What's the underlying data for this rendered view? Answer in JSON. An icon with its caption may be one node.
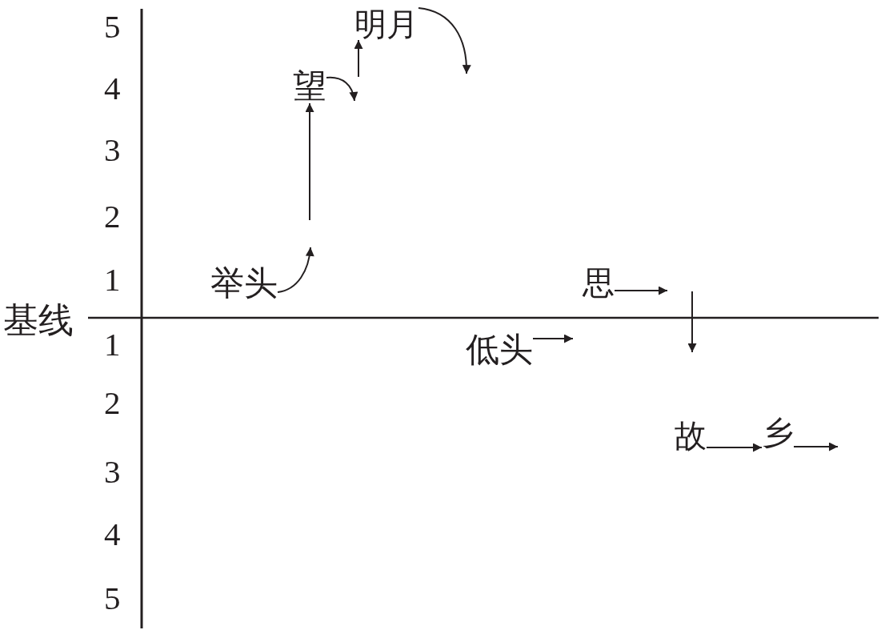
{
  "diagram": {
    "nodes": [
      {
        "text": [
          "举头"
        ]
      },
      {
        "text": [
          "望"
        ]
      },
      {
        "text": [
          "明月"
        ]
      },
      {
        "text": [
          "低头"
        ]
      },
      {
        "text": [
          "思"
        ]
      },
      {
        "text": [
          "故"
        ]
      },
      {
        "text": [
          "乡"
        ]
      }
    ],
    "edges": [
      {
        "from": 0,
        "to": null,
        "arrow": "to"
      },
      {
        "from": null,
        "to": 1,
        "arrow": "to"
      },
      {
        "from": 1,
        "to": null,
        "arrow": "to"
      },
      {
        "from": null,
        "to": 2,
        "arrow": "to"
      },
      {
        "from": 2,
        "to": null,
        "arrow": "to"
      },
      {
        "from": 3,
        "to": null,
        "arrow": "to"
      },
      {
        "from": 4,
        "to": null,
        "arrow": "to"
      },
      {
        "from": 5,
        "to": 6,
        "arrow": "to"
      },
      {
        "from": 6,
        "to": null,
        "arrow": "to"
      }
    ],
    "labels": [
      "5",
      "4",
      "3",
      "2",
      "1",
      "基线",
      "1",
      "2",
      "3",
      "4",
      "5"
    ]
  }
}
